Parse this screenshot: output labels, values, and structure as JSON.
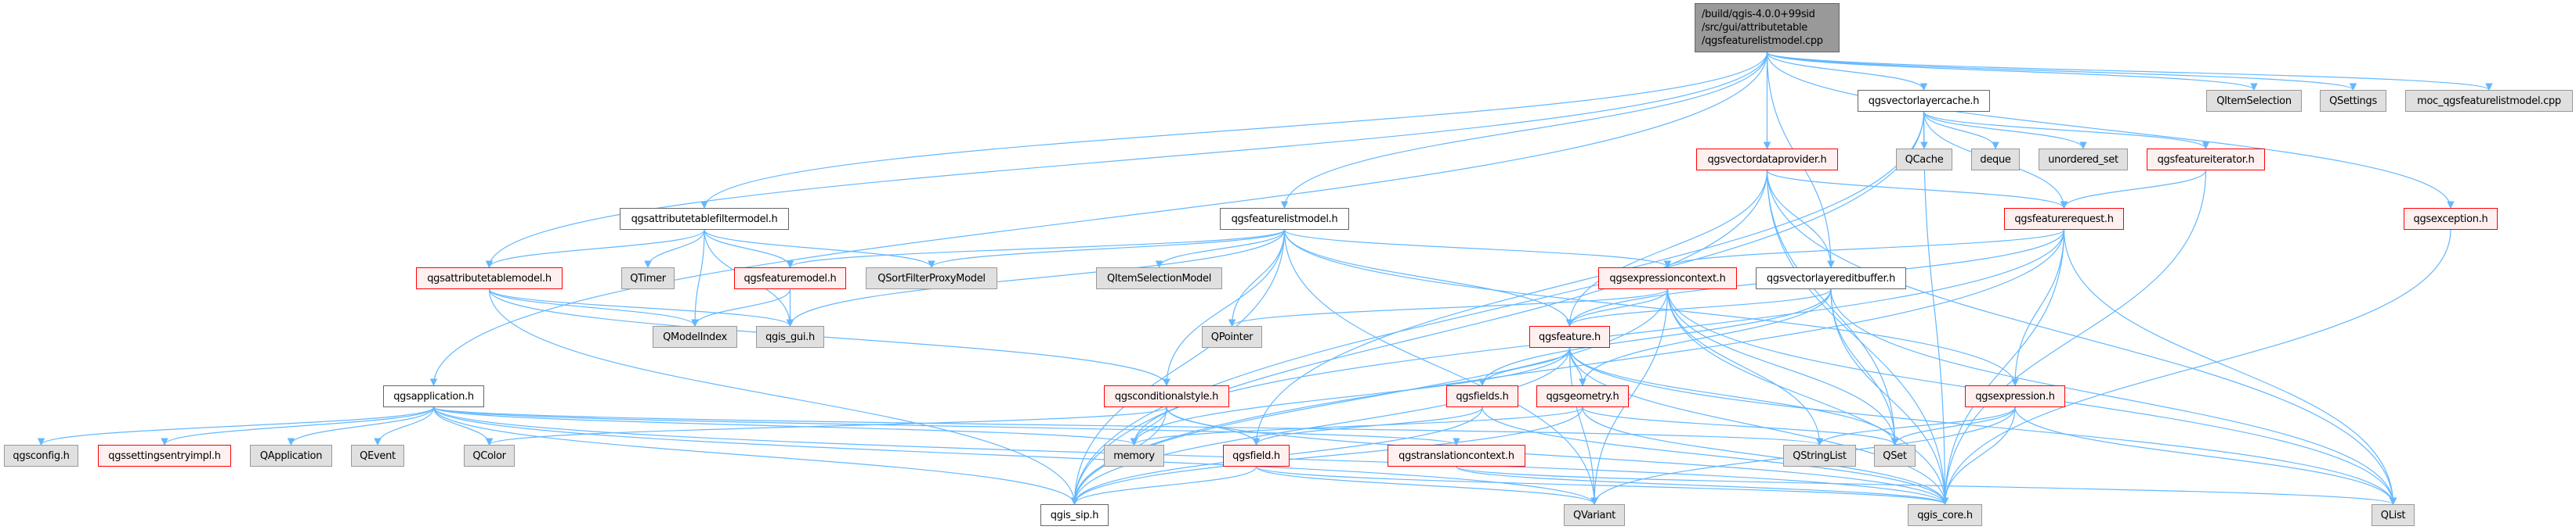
{
  "diagram": {
    "type": "include-dependency-graph",
    "edge_color": "#63b8ff",
    "nodes": [
      {
        "id": "root",
        "kind": "root",
        "lines": [
          "/build/qgis-4.0.0+99sid",
          "/src/gui/attributetable",
          "/qgsfeaturelistmodel.cpp"
        ]
      },
      {
        "id": "qgsvectorlayercache",
        "kind": "normal",
        "label": "qgsvectorlayercache.h"
      },
      {
        "id": "QItemSelection",
        "kind": "gray",
        "label": "QItemSelection"
      },
      {
        "id": "QSettings",
        "kind": "gray",
        "label": "QSettings"
      },
      {
        "id": "moc",
        "kind": "gray",
        "label": "moc_qgsfeaturelistmodel.cpp"
      },
      {
        "id": "qgsvectordataprovider",
        "kind": "red",
        "label": "qgsvectordataprovider.h"
      },
      {
        "id": "QCache",
        "kind": "gray",
        "label": "QCache"
      },
      {
        "id": "deque",
        "kind": "gray",
        "label": "deque"
      },
      {
        "id": "unordered_set",
        "kind": "gray",
        "label": "unordered_set"
      },
      {
        "id": "qgsfeatureiterator",
        "kind": "red",
        "label": "qgsfeatureiterator.h"
      },
      {
        "id": "qgsattributetablefiltermodel",
        "kind": "normal",
        "label": "qgsattributetablefiltermodel.h"
      },
      {
        "id": "qgsfeaturelistmodel",
        "kind": "normal",
        "label": "qgsfeaturelistmodel.h"
      },
      {
        "id": "qgsfeaturerequest",
        "kind": "red",
        "label": "qgsfeaturerequest.h"
      },
      {
        "id": "qgsexception",
        "kind": "red",
        "label": "qgsexception.h"
      },
      {
        "id": "qgsattributetablemodel",
        "kind": "red",
        "label": "qgsattributetablemodel.h"
      },
      {
        "id": "QTimer",
        "kind": "gray",
        "label": "QTimer"
      },
      {
        "id": "qgsfeaturemodel",
        "kind": "red",
        "label": "qgsfeaturemodel.h"
      },
      {
        "id": "QSortFilterProxyModel",
        "kind": "gray",
        "label": "QSortFilterProxyModel"
      },
      {
        "id": "QItemSelectionModel",
        "kind": "gray",
        "label": "QItemSelectionModel"
      },
      {
        "id": "qgsexpressioncontext",
        "kind": "red",
        "label": "qgsexpressioncontext.h"
      },
      {
        "id": "qgsvectorlayereditbuffer",
        "kind": "normal",
        "label": "qgsvectorlayereditbuffer.h"
      },
      {
        "id": "QModelIndex",
        "kind": "gray",
        "label": "QModelIndex"
      },
      {
        "id": "qgis_gui",
        "kind": "gray",
        "label": "qgis_gui.h"
      },
      {
        "id": "QPointer",
        "kind": "gray",
        "label": "QPointer"
      },
      {
        "id": "qgsfeature",
        "kind": "red",
        "label": "qgsfeature.h"
      },
      {
        "id": "qgsapplication",
        "kind": "normal",
        "label": "qgsapplication.h"
      },
      {
        "id": "qgsconditionalstyle",
        "kind": "red",
        "label": "qgsconditionalstyle.h"
      },
      {
        "id": "qgsfields",
        "kind": "red",
        "label": "qgsfields.h"
      },
      {
        "id": "qgsgeometry",
        "kind": "red",
        "label": "qgsgeometry.h"
      },
      {
        "id": "qgsexpression",
        "kind": "red",
        "label": "qgsexpression.h"
      },
      {
        "id": "qgsconfig",
        "kind": "gray",
        "label": "qgsconfig.h"
      },
      {
        "id": "qgssettingsentryimpl",
        "kind": "red",
        "label": "qgssettingsentryimpl.h"
      },
      {
        "id": "QApplication",
        "kind": "gray",
        "label": "QApplication"
      },
      {
        "id": "QEvent",
        "kind": "gray",
        "label": "QEvent"
      },
      {
        "id": "QColor",
        "kind": "gray",
        "label": "QColor"
      },
      {
        "id": "memory",
        "kind": "gray",
        "label": "memory"
      },
      {
        "id": "qgsfield",
        "kind": "red",
        "label": "qgsfield.h"
      },
      {
        "id": "qgstranslationcontext",
        "kind": "red",
        "label": "qgstranslationcontext.h"
      },
      {
        "id": "QStringList",
        "kind": "gray",
        "label": "QStringList"
      },
      {
        "id": "QSet",
        "kind": "gray",
        "label": "QSet"
      },
      {
        "id": "qgis_sip",
        "kind": "normal",
        "label": "qgis_sip.h"
      },
      {
        "id": "QVariant",
        "kind": "gray",
        "label": "QVariant"
      },
      {
        "id": "qgis_core",
        "kind": "gray",
        "label": "qgis_core.h"
      },
      {
        "id": "QList",
        "kind": "gray",
        "label": "QList"
      }
    ],
    "edges": [
      [
        "root",
        "qgsapplication"
      ],
      [
        "root",
        "qgsattributetablefiltermodel"
      ],
      [
        "root",
        "qgsattributetablemodel"
      ],
      [
        "root",
        "qgsfeaturelistmodel"
      ],
      [
        "root",
        "qgsvectordataprovider"
      ],
      [
        "root",
        "qgsvectorlayercache"
      ],
      [
        "root",
        "qgsvectorlayereditbuffer"
      ],
      [
        "root",
        "qgsexception"
      ],
      [
        "root",
        "QItemSelection"
      ],
      [
        "root",
        "QSettings"
      ],
      [
        "root",
        "moc"
      ],
      [
        "qgsvectorlayercache",
        "QCache"
      ],
      [
        "qgsvectorlayercache",
        "deque"
      ],
      [
        "qgsvectorlayercache",
        "unordered_set"
      ],
      [
        "qgsvectorlayercache",
        "qgsfeatureiterator"
      ],
      [
        "qgsvectorlayercache",
        "qgsfeaturerequest"
      ],
      [
        "qgsvectorlayercache",
        "qgis_core"
      ],
      [
        "qgsvectorlayercache",
        "qgis_sip"
      ],
      [
        "qgsvectorlayercache",
        "qgsfield"
      ],
      [
        "qgsvectordataprovider",
        "qgsfeaturerequest"
      ],
      [
        "qgsvectordataprovider",
        "qgsfeature"
      ],
      [
        "qgsvectordataprovider",
        "QSet"
      ],
      [
        "qgsvectordataprovider",
        "QList"
      ],
      [
        "qgsvectordataprovider",
        "qgis_core"
      ],
      [
        "qgsvectordataprovider",
        "qgis_sip"
      ],
      [
        "qgsvectordataprovider",
        "qgsvectorlayereditbuffer"
      ],
      [
        "qgsfeatureiterator",
        "qgsfeaturerequest"
      ],
      [
        "qgsfeatureiterator",
        "qgis_core"
      ],
      [
        "qgsexception",
        "qgis_core"
      ],
      [
        "qgsfeaturerequest",
        "qgsfeature"
      ],
      [
        "qgsfeaturerequest",
        "qgsexpressioncontext"
      ],
      [
        "qgsfeaturerequest",
        "qgsexpression"
      ],
      [
        "qgsfeaturerequest",
        "qgis_core"
      ],
      [
        "qgsfeaturerequest",
        "QList"
      ],
      [
        "qgsfeaturerequest",
        "memory"
      ],
      [
        "qgsfeaturerequest",
        "qgis_sip"
      ],
      [
        "qgsattributetablefiltermodel",
        "qgsattributetablemodel"
      ],
      [
        "qgsattributetablefiltermodel",
        "QTimer"
      ],
      [
        "qgsattributetablefiltermodel",
        "qgsfeaturemodel"
      ],
      [
        "qgsattributetablefiltermodel",
        "QModelIndex"
      ],
      [
        "qgsattributetablefiltermodel",
        "qgis_gui"
      ],
      [
        "qgsattributetablefiltermodel",
        "QSortFilterProxyModel"
      ],
      [
        "qgsattributetablemodel",
        "QModelIndex"
      ],
      [
        "qgsattributetablemodel",
        "qgis_gui"
      ],
      [
        "qgsattributetablemodel",
        "qgsconditionalstyle"
      ],
      [
        "qgsattributetablemodel",
        "qgis_sip"
      ],
      [
        "qgsfeaturemodel",
        "QModelIndex"
      ],
      [
        "qgsfeaturemodel",
        "qgis_gui"
      ],
      [
        "qgsfeaturelistmodel",
        "QSortFilterProxyModel"
      ],
      [
        "qgsfeaturelistmodel",
        "QItemSelectionModel"
      ],
      [
        "qgsfeaturelistmodel",
        "QPointer"
      ],
      [
        "qgsfeaturelistmodel",
        "qgis_gui"
      ],
      [
        "qgsfeaturelistmodel",
        "qgsconditionalstyle"
      ],
      [
        "qgsfeaturelistmodel",
        "qgsfeature"
      ],
      [
        "qgsfeaturelistmodel",
        "qgsexpressioncontext"
      ],
      [
        "qgsfeaturelistmodel",
        "qgsexpression"
      ],
      [
        "qgsfeaturelistmodel",
        "qgis_sip"
      ],
      [
        "qgsfeaturelistmodel",
        "qgsfeaturemodel"
      ],
      [
        "qgsfeaturelistmodel",
        "QVariant"
      ],
      [
        "qgsexpressioncontext",
        "qgsfeature"
      ],
      [
        "qgsexpressioncontext",
        "QPointer"
      ],
      [
        "qgsexpressioncontext",
        "QStringList"
      ],
      [
        "qgsexpressioncontext",
        "QSet"
      ],
      [
        "qgsexpressioncontext",
        "QVariant"
      ],
      [
        "qgsexpressioncontext",
        "qgis_core"
      ],
      [
        "qgsexpressioncontext",
        "qgis_sip"
      ],
      [
        "qgsexpressioncontext",
        "QList"
      ],
      [
        "qgsvectorlayereditbuffer",
        "qgsfeature"
      ],
      [
        "qgsvectorlayereditbuffer",
        "qgsgeometry"
      ],
      [
        "qgsvectorlayereditbuffer",
        "qgsfields"
      ],
      [
        "qgsvectorlayereditbuffer",
        "QSet"
      ],
      [
        "qgsvectorlayereditbuffer",
        "qgis_core"
      ],
      [
        "qgsvectorlayereditbuffer",
        "QList"
      ],
      [
        "qgsfeature",
        "qgsfields"
      ],
      [
        "qgsfeature",
        "qgsgeometry"
      ],
      [
        "qgsfeature",
        "memory"
      ],
      [
        "qgsfeature",
        "qgis_sip"
      ],
      [
        "qgsfeature",
        "QVariant"
      ],
      [
        "qgsfeature",
        "qgis_core"
      ],
      [
        "qgsfeature",
        "QList"
      ],
      [
        "qgsfeature",
        "QSet"
      ],
      [
        "qgsapplication",
        "qgsconfig"
      ],
      [
        "qgsapplication",
        "qgssettingsentryimpl"
      ],
      [
        "qgsapplication",
        "QApplication"
      ],
      [
        "qgsapplication",
        "QEvent"
      ],
      [
        "qgsapplication",
        "QColor"
      ],
      [
        "qgsapplication",
        "qgis_sip"
      ],
      [
        "qgsapplication",
        "qgis_core"
      ],
      [
        "qgsapplication",
        "QStringList"
      ],
      [
        "qgsapplication",
        "qgstranslationcontext"
      ],
      [
        "qgsapplication",
        "memory"
      ],
      [
        "qgsapplication",
        "QVariant"
      ],
      [
        "qgsconditionalstyle",
        "memory"
      ],
      [
        "qgsconditionalstyle",
        "qgsfield"
      ],
      [
        "qgsconditionalstyle",
        "qgis_core"
      ],
      [
        "qgsconditionalstyle",
        "QColor"
      ],
      [
        "qgsconditionalstyle",
        "qgis_sip"
      ],
      [
        "qgsfields",
        "qgsfield"
      ],
      [
        "qgsfields",
        "qgis_sip"
      ],
      [
        "qgsfields",
        "qgis_core"
      ],
      [
        "qgsgeometry",
        "memory"
      ],
      [
        "qgsgeometry",
        "qgis_sip"
      ],
      [
        "qgsgeometry",
        "qgis_core"
      ],
      [
        "qgsgeometry",
        "QSet"
      ],
      [
        "qgsfield",
        "QVariant"
      ],
      [
        "qgsfield",
        "qgis_sip"
      ],
      [
        "qgsfield",
        "qgis_core"
      ],
      [
        "qgstranslationcontext",
        "qgis_core"
      ],
      [
        "qgstranslationcontext",
        "QList"
      ],
      [
        "qgsexpression",
        "QStringList"
      ],
      [
        "qgsexpression",
        "QSet"
      ],
      [
        "qgsexpression",
        "qgis_core"
      ],
      [
        "qgsexpression",
        "QList"
      ],
      [
        "qgsexpression",
        "QVariant"
      ]
    ]
  }
}
